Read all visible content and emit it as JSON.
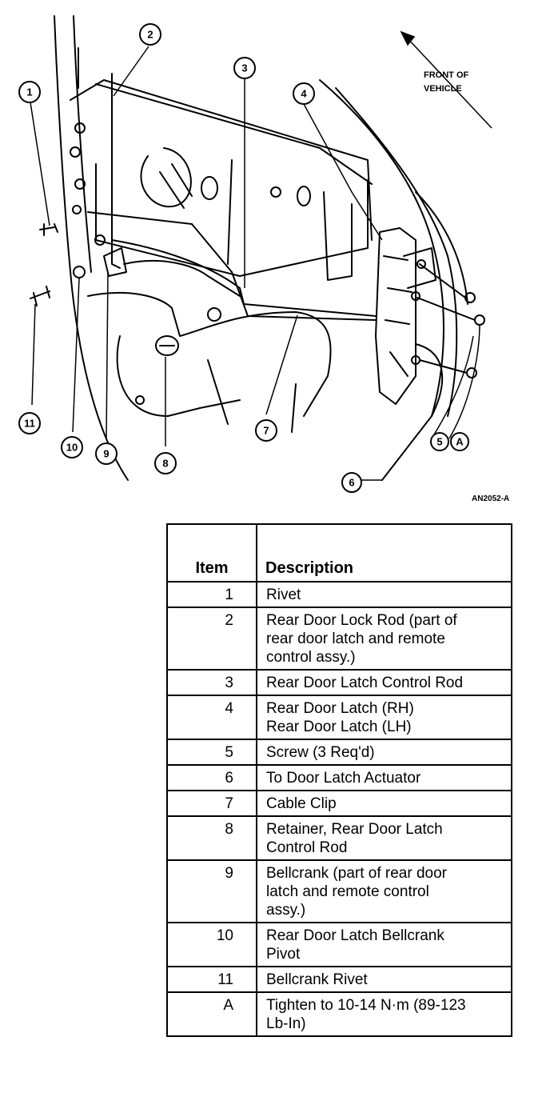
{
  "diagram": {
    "callouts": [
      "1",
      "2",
      "3",
      "4",
      "5",
      "A",
      "6",
      "7",
      "8",
      "9",
      "10",
      "11"
    ],
    "direction_label": [
      "FRONT OF",
      "VEHICLE"
    ],
    "figure_id": "AN2052-A"
  },
  "legend": {
    "headers": {
      "item": "Item",
      "description": "Description"
    },
    "rows": [
      {
        "item": "1",
        "lines": [
          "Rivet"
        ]
      },
      {
        "item": "2",
        "lines": [
          "Rear Door Lock Rod (part of",
          "rear door latch and remote",
          "control assy.)"
        ]
      },
      {
        "item": "3",
        "lines": [
          "Rear Door Latch Control Rod"
        ]
      },
      {
        "item": "4",
        "lines": [
          "Rear Door Latch (RH)",
          "Rear Door Latch (LH)"
        ]
      },
      {
        "item": "5",
        "lines": [
          "Screw (3 Req'd)"
        ]
      },
      {
        "item": "6",
        "lines": [
          "To Door Latch Actuator"
        ]
      },
      {
        "item": "7",
        "lines": [
          "Cable Clip"
        ]
      },
      {
        "item": "8",
        "lines": [
          "Retainer, Rear Door Latch",
          "Control Rod"
        ]
      },
      {
        "item": "9",
        "lines": [
          "Bellcrank (part of rear door",
          "latch and remote control",
          "assy.)"
        ]
      },
      {
        "item": "10",
        "lines": [
          "Rear Door Latch Bellcrank",
          "Pivot"
        ]
      },
      {
        "item": "11",
        "lines": [
          "Bellcrank Rivet"
        ]
      },
      {
        "item": "A",
        "lines": [
          "Tighten to 10-14 N·m (89-123",
          "Lb-In)"
        ]
      }
    ]
  }
}
